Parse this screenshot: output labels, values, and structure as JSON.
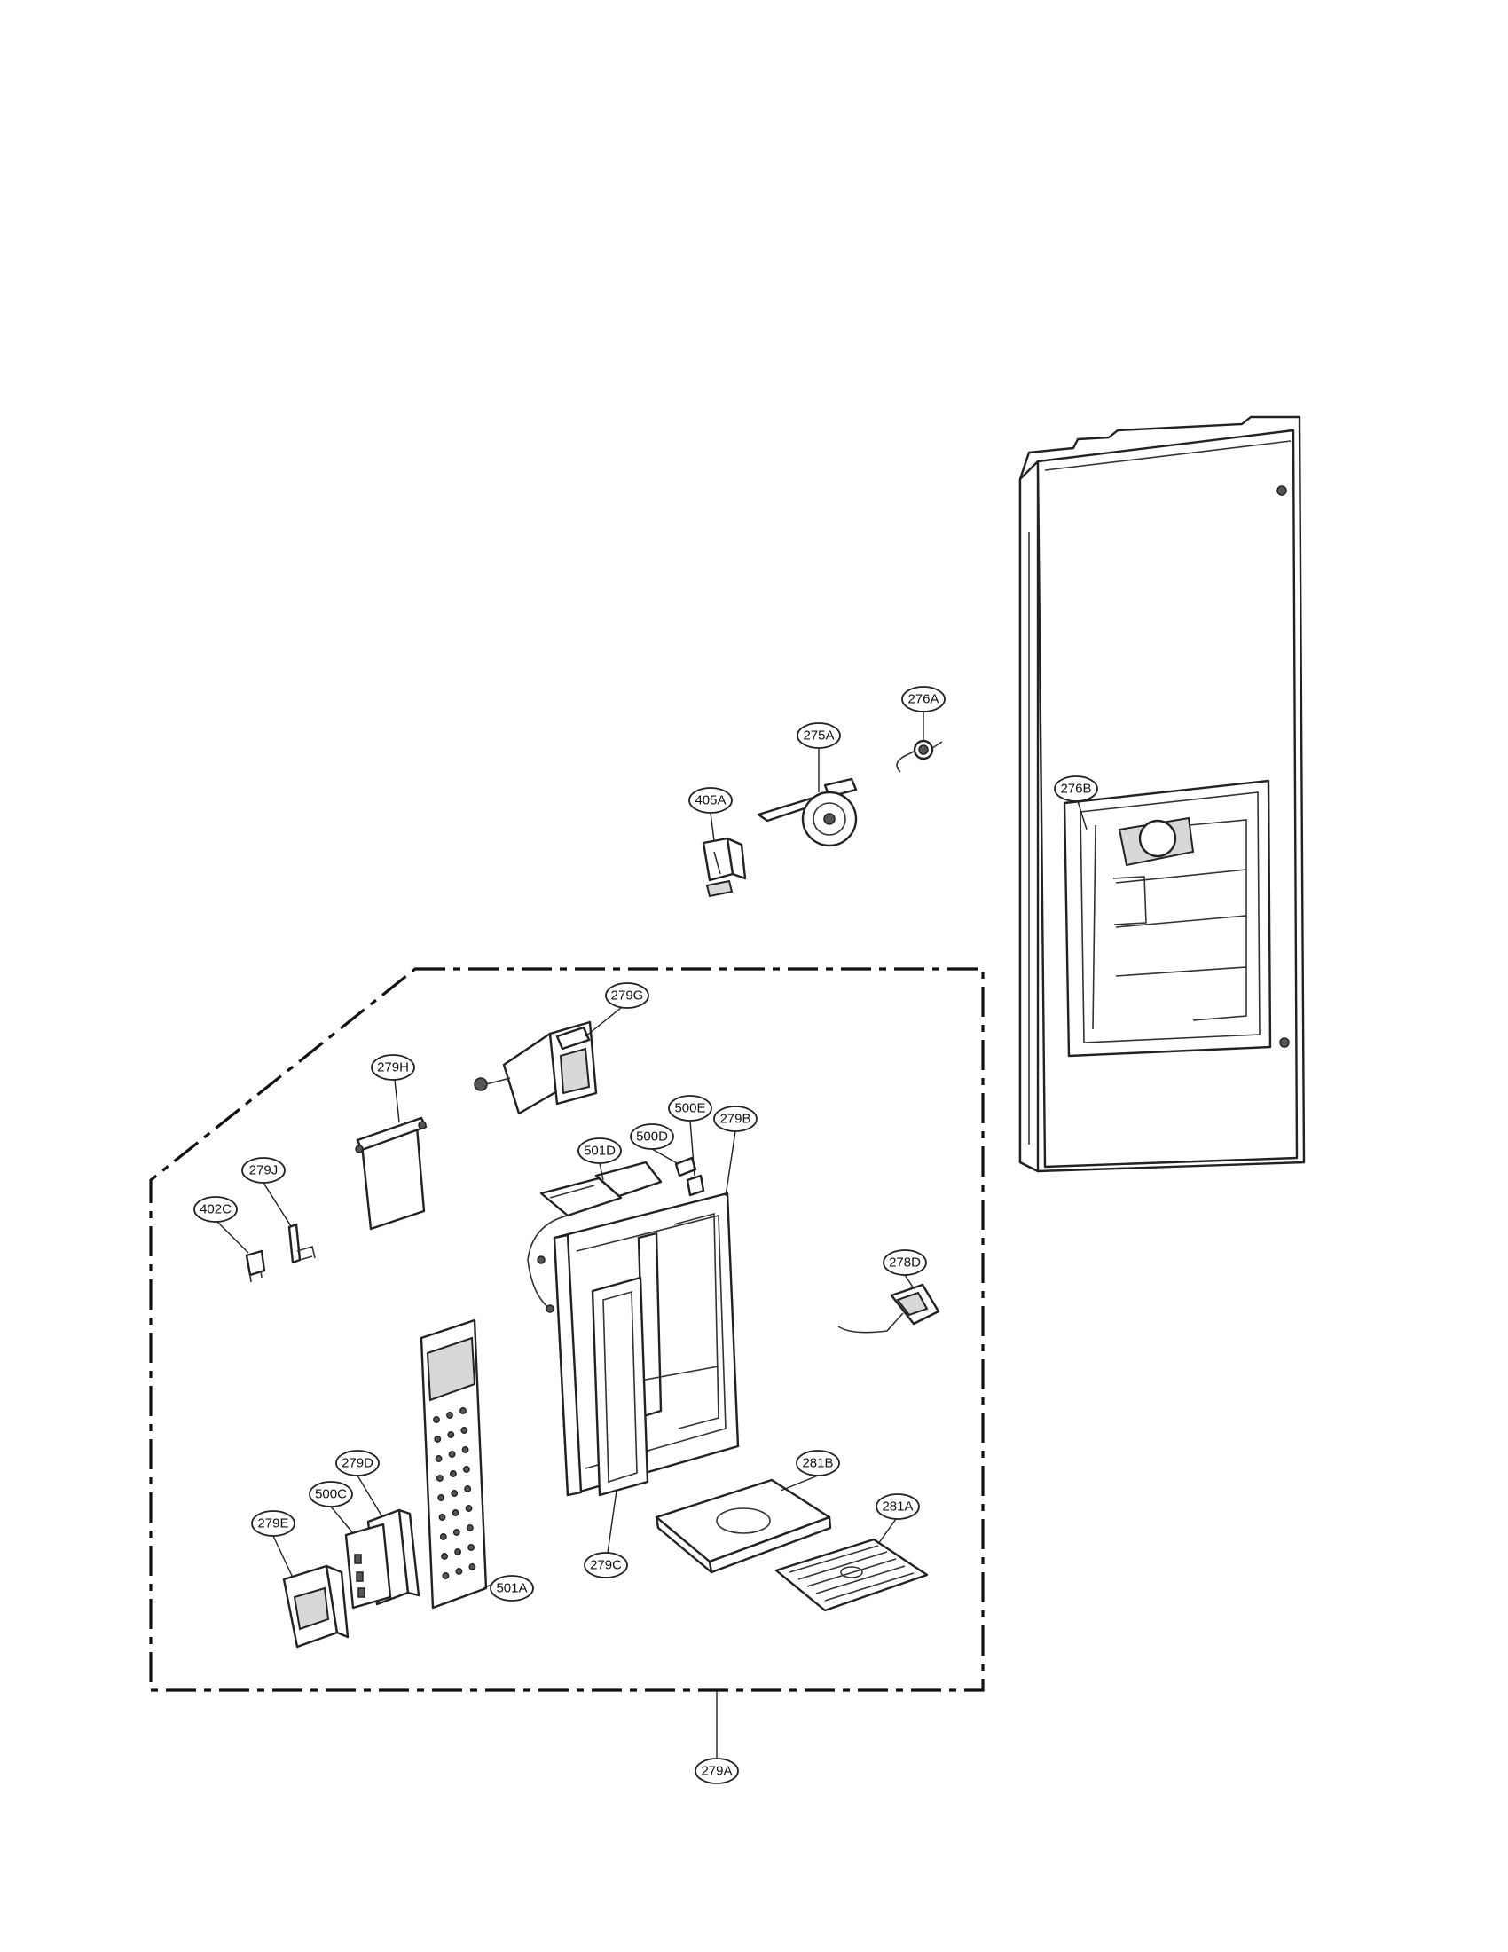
{
  "callouts": [
    {
      "id": "276A",
      "label": "276A"
    },
    {
      "id": "275A",
      "label": "275A"
    },
    {
      "id": "405A",
      "label": "405A"
    },
    {
      "id": "276B",
      "label": "276B"
    },
    {
      "id": "279G",
      "label": "279G"
    },
    {
      "id": "279H",
      "label": "279H"
    },
    {
      "id": "500E",
      "label": "500E"
    },
    {
      "id": "279B",
      "label": "279B"
    },
    {
      "id": "500D",
      "label": "500D"
    },
    {
      "id": "501D",
      "label": "501D"
    },
    {
      "id": "279J",
      "label": "279J"
    },
    {
      "id": "402C",
      "label": "402C"
    },
    {
      "id": "278D",
      "label": "278D"
    },
    {
      "id": "279D",
      "label": "279D"
    },
    {
      "id": "281B",
      "label": "281B"
    },
    {
      "id": "500C",
      "label": "500C"
    },
    {
      "id": "281A",
      "label": "281A"
    },
    {
      "id": "279E",
      "label": "279E"
    },
    {
      "id": "279C",
      "label": "279C"
    },
    {
      "id": "501A",
      "label": "501A"
    },
    {
      "id": "279A",
      "label": "279A"
    }
  ]
}
